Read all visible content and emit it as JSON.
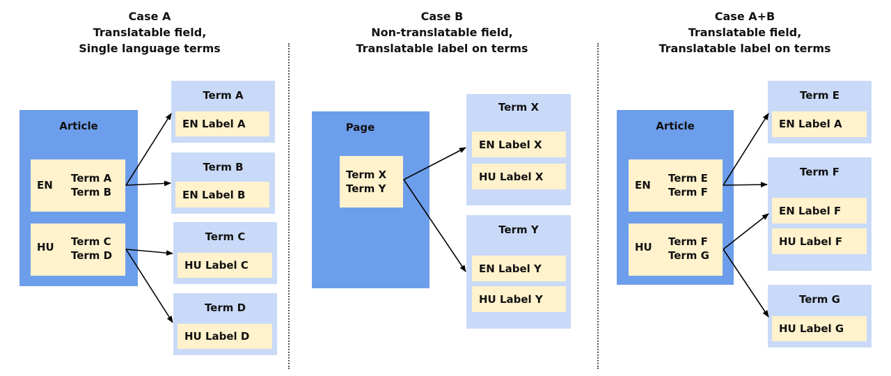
{
  "case_a": {
    "title": [
      "Case A",
      "Translatable field,",
      "Single language terms"
    ],
    "source": "Article",
    "groups": [
      {
        "lang": "EN",
        "terms": [
          "Term A",
          "Term B"
        ]
      },
      {
        "lang": "HU",
        "terms": [
          "Term C",
          "Term D"
        ]
      }
    ],
    "targets": [
      {
        "term": "Term A",
        "labels": [
          "EN Label A"
        ]
      },
      {
        "term": "Term B",
        "labels": [
          "EN Label B"
        ]
      },
      {
        "term": "Term C",
        "labels": [
          "HU Label C"
        ]
      },
      {
        "term": "Term D",
        "labels": [
          "HU Label D"
        ]
      }
    ]
  },
  "case_b": {
    "title": [
      "Case B",
      "Non-translatable field,",
      "Translatable label on terms"
    ],
    "source": "Page",
    "group": {
      "terms": [
        "Term X",
        "Term Y"
      ]
    },
    "targets": [
      {
        "term": "Term X",
        "labels": [
          "EN Label X",
          "HU Label X"
        ]
      },
      {
        "term": "Term Y",
        "labels": [
          "EN Label Y",
          "HU Label Y"
        ]
      }
    ]
  },
  "case_ab": {
    "title": [
      "Case A+B",
      "Translatable field,",
      "Translatable label on terms"
    ],
    "source": "Article",
    "groups": [
      {
        "lang": "EN",
        "terms": [
          "Term E",
          "Term F"
        ]
      },
      {
        "lang": "HU",
        "terms": [
          "Term F",
          "Term G"
        ]
      }
    ],
    "targets": [
      {
        "term": "Term E",
        "labels": [
          "EN Label A"
        ]
      },
      {
        "term": "Term F",
        "labels": [
          "EN Label F",
          "HU Label F"
        ]
      },
      {
        "term": "Term G",
        "labels": [
          "HU Label G"
        ]
      }
    ]
  }
}
